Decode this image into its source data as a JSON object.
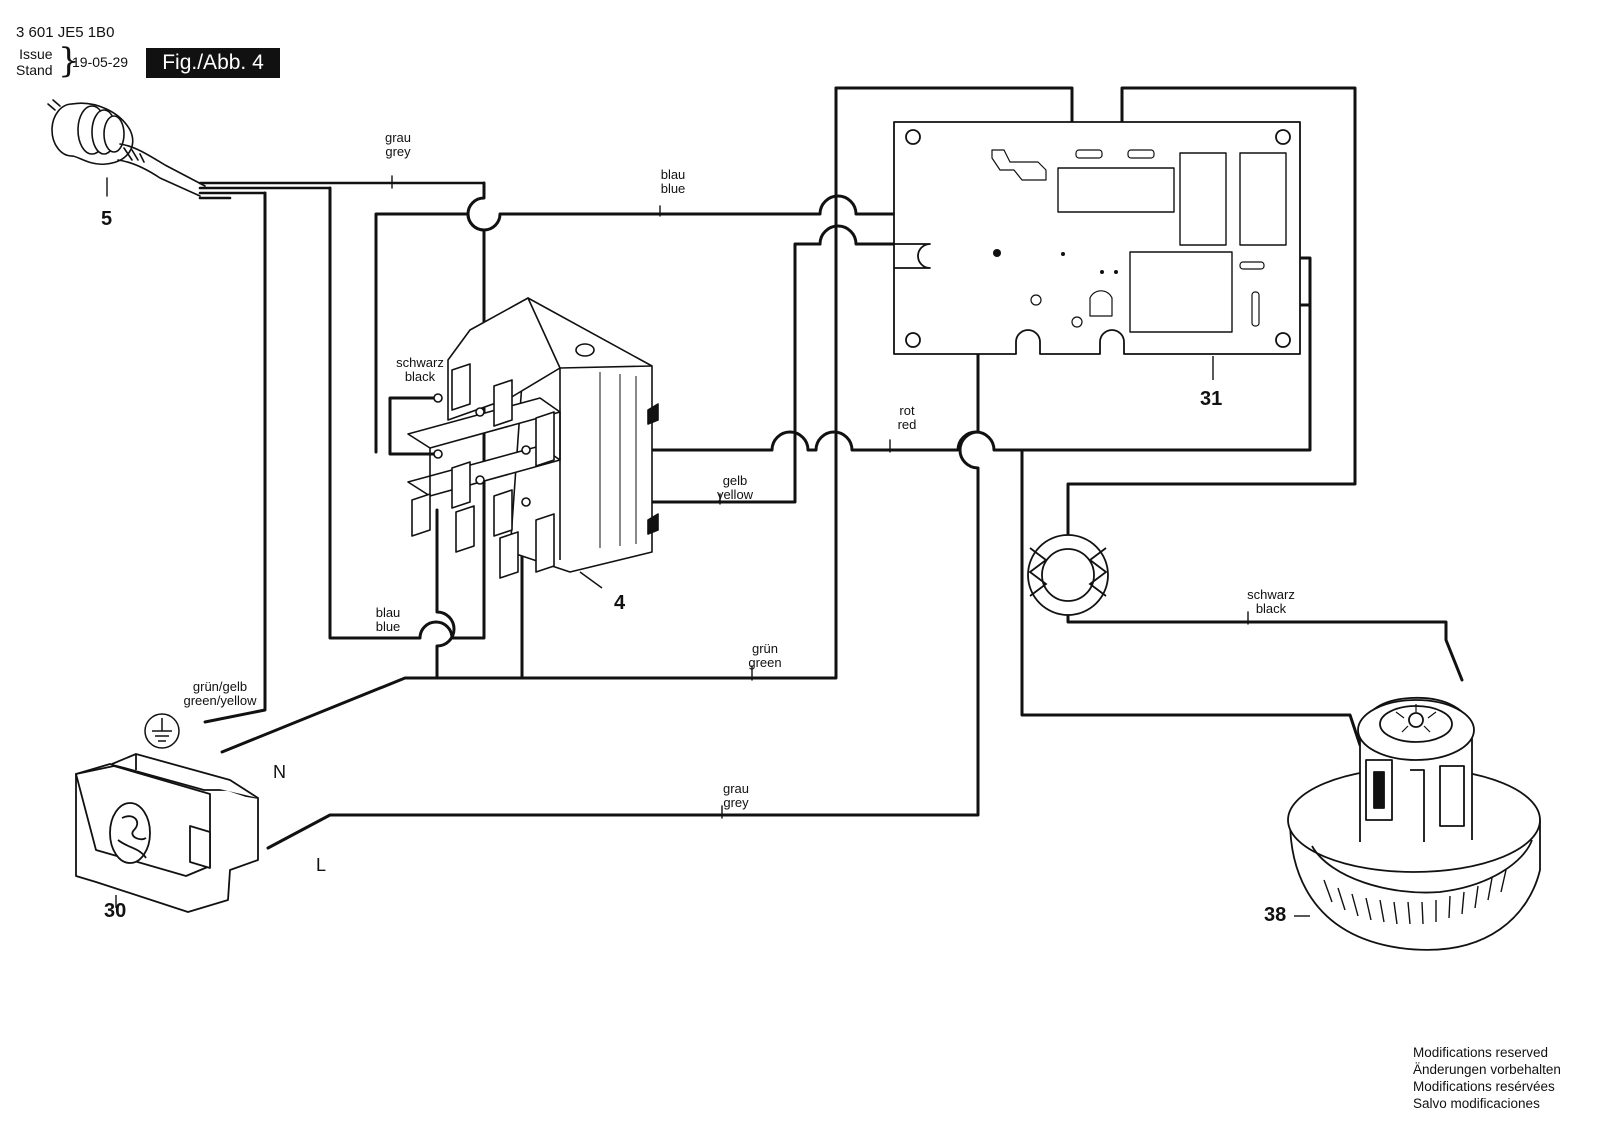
{
  "header": {
    "doc_code": "3 601 JE5 1B0",
    "issue_label": "Issue",
    "stand_label": "Stand",
    "date": "19-05-29",
    "figure": "Fig./Abb. 4"
  },
  "callouts": {
    "plug_cord": "5",
    "switch": "4",
    "pcb": "31",
    "socket": "30",
    "motor": "38"
  },
  "wire_labels": {
    "grey_top": [
      "grau",
      "grey"
    ],
    "blue_top": [
      "blau",
      "blue"
    ],
    "black_switch": [
      "schwarz",
      "black"
    ],
    "red": [
      "rot",
      "red"
    ],
    "yellow": [
      "gelb",
      "yellow"
    ],
    "blue_bottom": [
      "blau",
      "blue"
    ],
    "green": [
      "grün",
      "green"
    ],
    "green_yellow": [
      "grün/gelb",
      "green/yellow"
    ],
    "grey_bottom": [
      "grau",
      "grey"
    ],
    "black_motor": [
      "schwarz",
      "black"
    ]
  },
  "terminals": {
    "neutral": "N",
    "live": "L"
  },
  "modifications_note": [
    "Modifications reserved",
    "Änderungen vorbehalten",
    "Modifications resérvées",
    "Salvo modificaciones"
  ]
}
